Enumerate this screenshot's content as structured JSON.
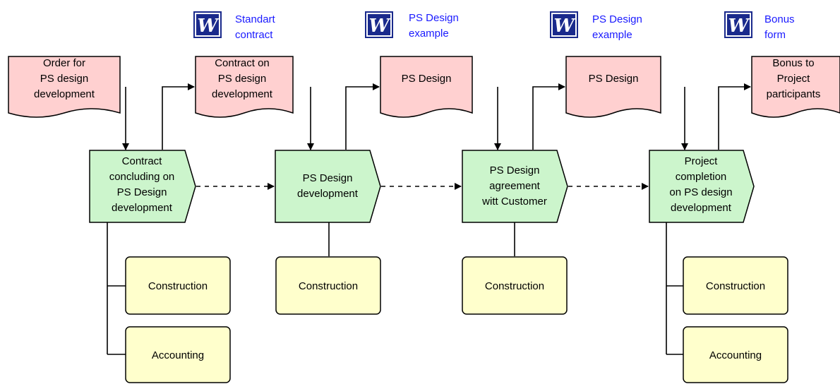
{
  "icons": [
    {
      "name": "word-icon-standart-contract",
      "label_lines": [
        "Standart",
        "contract"
      ]
    },
    {
      "name": "word-icon-ps-design-example-1",
      "label_lines": [
        "PS Design",
        "example"
      ]
    },
    {
      "name": "word-icon-ps-design-example-2",
      "label_lines": [
        "PS Design",
        "example"
      ]
    },
    {
      "name": "word-icon-bonus-form",
      "label_lines": [
        "Bonus",
        "form"
      ]
    }
  ],
  "documents": [
    {
      "name": "doc-order-for-ps-design",
      "lines": [
        "Order for",
        "PS design",
        "development"
      ]
    },
    {
      "name": "doc-contract-on-ps-design",
      "lines": [
        "Contract on",
        "PS design",
        "development"
      ]
    },
    {
      "name": "doc-ps-design-1",
      "lines": [
        "PS Design"
      ]
    },
    {
      "name": "doc-ps-design-2",
      "lines": [
        "PS Design"
      ]
    },
    {
      "name": "doc-bonus-to-participants",
      "lines": [
        "Bonus to",
        "Project",
        "participants"
      ]
    }
  ],
  "functions": [
    {
      "name": "function-contract-concluding",
      "lines": [
        "Contract",
        "concluding on",
        "PS Design",
        "development"
      ]
    },
    {
      "name": "function-ps-design-development",
      "lines": [
        "PS Design",
        "development"
      ]
    },
    {
      "name": "function-ps-design-agreement",
      "lines": [
        "PS Design",
        "agreement",
        "witt Customer"
      ]
    },
    {
      "name": "function-project-completion",
      "lines": [
        "Project",
        "completion",
        "on PS design",
        "development"
      ]
    }
  ],
  "org_units": [
    {
      "name": "org-construction-1",
      "label": "Construction"
    },
    {
      "name": "org-accounting-1",
      "label": "Accounting"
    },
    {
      "name": "org-construction-2",
      "label": "Construction"
    },
    {
      "name": "org-construction-3",
      "label": "Construction"
    },
    {
      "name": "org-construction-4",
      "label": "Construction"
    },
    {
      "name": "org-accounting-2",
      "label": "Accounting"
    }
  ],
  "colors": {
    "document_fill": "#ffd0d0",
    "function_fill": "#ccf5cc",
    "org_fill": "#ffffcc",
    "icon_label": "#1a1aff",
    "icon_blue": "#1a2a8c"
  }
}
